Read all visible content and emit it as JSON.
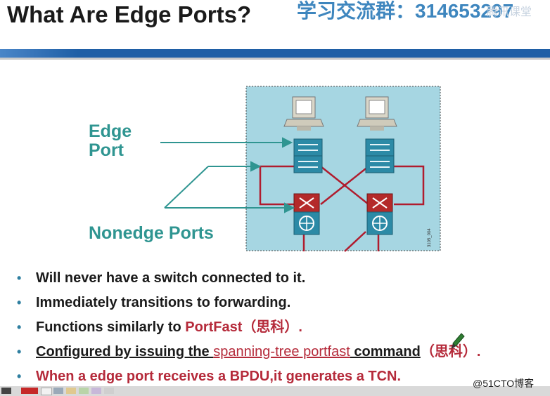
{
  "header": {
    "title": "What Are Edge Ports?",
    "banner_partial": "学习交流群：314653297",
    "watermark_top": "腾讯课堂"
  },
  "diagram": {
    "edge_label_line1": "Edge",
    "edge_label_line2": "Port",
    "nonedge_label": "Nonedge Ports",
    "figure_code": "3105_004"
  },
  "bullets": [
    {
      "text": "Will never have a switch connected to it."
    },
    {
      "text": "Immediately transitions to forwarding."
    },
    {
      "prefix": "Functions similarly to ",
      "highlight": "PortFast",
      "suffix": "（思科）."
    },
    {
      "prefix": "Configured by issuing the ",
      "highlight": "spanning-tree portfast",
      "suffix": " command",
      "suffix2": "（思科）."
    },
    {
      "text": "When a edge port receives a BPDU,it generates a TCN."
    }
  ],
  "watermark_bottom": "@51CTO博客",
  "colors": {
    "title": "#1a1a1a",
    "accent_teal": "#2f9591",
    "red_text": "#b52a3a",
    "header_bar": "#1f5fa6",
    "diagram_bg": "#a6d6e2",
    "link_red": "#b52a3a"
  }
}
